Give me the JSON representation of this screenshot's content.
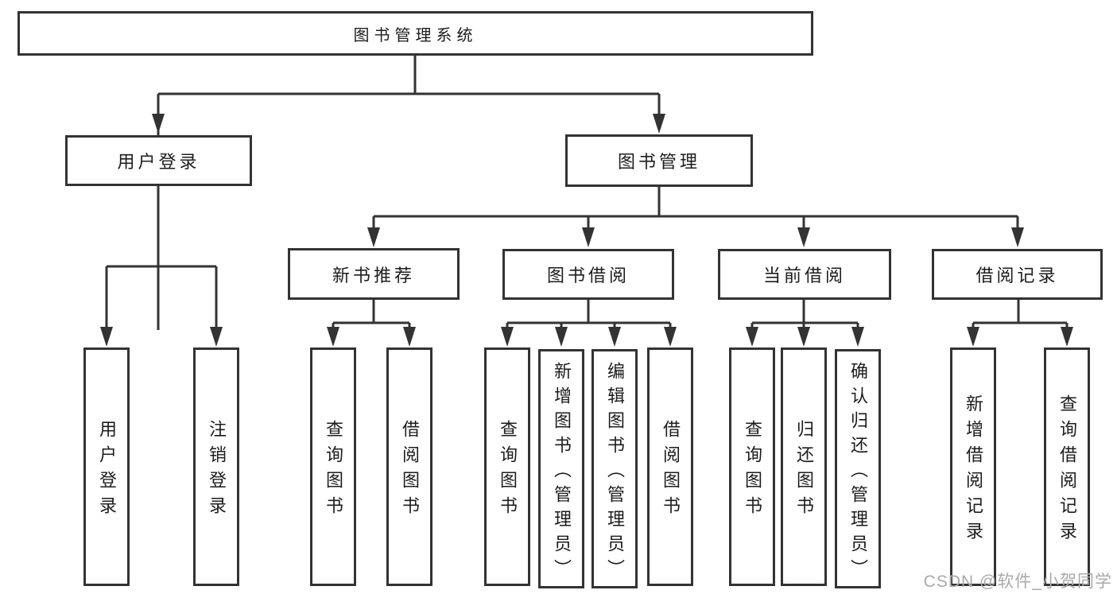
{
  "diagram": {
    "title": "图书管理系统",
    "children": [
      {
        "label": "用户登录",
        "children": [
          {
            "label": "用户登录"
          },
          {
            "label": "注销登录"
          }
        ]
      },
      {
        "label": "图书管理",
        "children": [
          {
            "label": "新书推荐",
            "children": [
              {
                "label": "查询图书"
              },
              {
                "label": "借阅图书"
              }
            ]
          },
          {
            "label": "图书借阅",
            "children": [
              {
                "label": "查询图书"
              },
              {
                "label": "新增图书（管理员）"
              },
              {
                "label": "编辑图书（管理员）"
              },
              {
                "label": "借阅图书"
              }
            ]
          },
          {
            "label": "当前借阅",
            "children": [
              {
                "label": "查询图书"
              },
              {
                "label": "归还图书"
              },
              {
                "label": "确认归还（管理员）"
              }
            ]
          },
          {
            "label": "借阅记录",
            "children": [
              {
                "label": "新增借阅记录"
              },
              {
                "label": "查询借阅记录"
              }
            ]
          }
        ]
      }
    ]
  },
  "watermark": {
    "text": "CSDN @软件_小贺同学"
  },
  "colors": {
    "line": "#333333",
    "box_border": "#333333",
    "box_fill": "#ffffff",
    "text": "#1c1c1c",
    "watermark": "#a9a9a9",
    "background": "#ffffff"
  }
}
